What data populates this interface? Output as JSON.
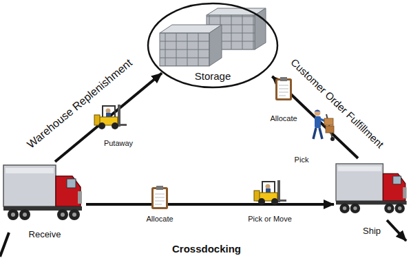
{
  "diagram": {
    "nodes": [
      {
        "text": [
          "Storage"
        ]
      },
      {
        "text": [
          "Receive"
        ]
      },
      {
        "text": [
          "Ship"
        ]
      }
    ],
    "edges": [
      {
        "from": 1,
        "to": 0,
        "arrow": "to",
        "label": "Warehouse Replenishment"
      },
      {
        "from": 2,
        "to": 0,
        "arrow": "to",
        "label": "Customer Order Fulfillment"
      },
      {
        "from": 1,
        "to": 2,
        "arrow": "to",
        "label": "Crossdocking"
      }
    ],
    "labels": [
      "Putaway",
      "Allocate",
      "Pick",
      "Allocate",
      "Pick or Move"
    ]
  }
}
